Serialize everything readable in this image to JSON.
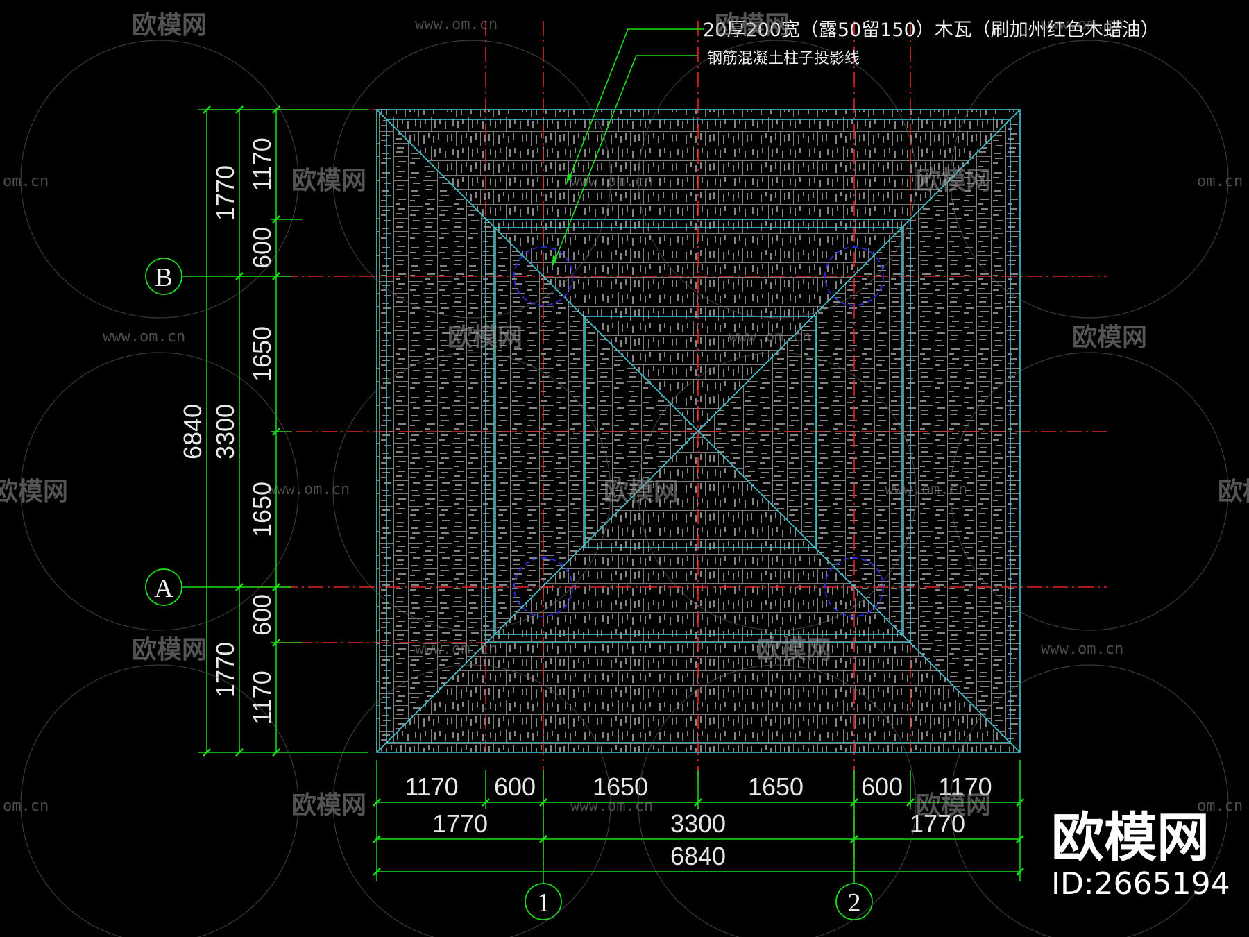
{
  "notes": {
    "wood_tile": "20厚200宽（露50留150）木瓦（刷加州红色木蜡油）",
    "column_projection": "钢筋混凝土柱子投影线"
  },
  "dimensions": {
    "bottom_row1": [
      "1170",
      "600",
      "1650",
      "1650",
      "600",
      "1170"
    ],
    "bottom_row2": [
      "1770",
      "3300",
      "1770"
    ],
    "bottom_total": "6840",
    "left_inner": [
      "1170",
      "600",
      "1650",
      "1650",
      "600",
      "1170"
    ],
    "left_mid": [
      "1770",
      "3300",
      "1770"
    ],
    "left_total": "6840"
  },
  "axes": {
    "row_b": "B",
    "row_a": "A",
    "col_1": "1",
    "col_2": "2"
  },
  "watermarks": {
    "logo_text": "欧模网",
    "url_text": "www.om.cn",
    "url_partial": "om.cn",
    "logo_partial": "欧模网"
  },
  "branding": {
    "logo": "欧模网",
    "id": "ID:2665194"
  },
  "colors": {
    "background": "#000000",
    "roof_outline": "#3fc6d2",
    "dimension_line": "#19e019",
    "axis_line": "#e02525",
    "column_outline": "#2a2ad8",
    "leader": "#19e019",
    "hatching": "#cfcfcf"
  }
}
